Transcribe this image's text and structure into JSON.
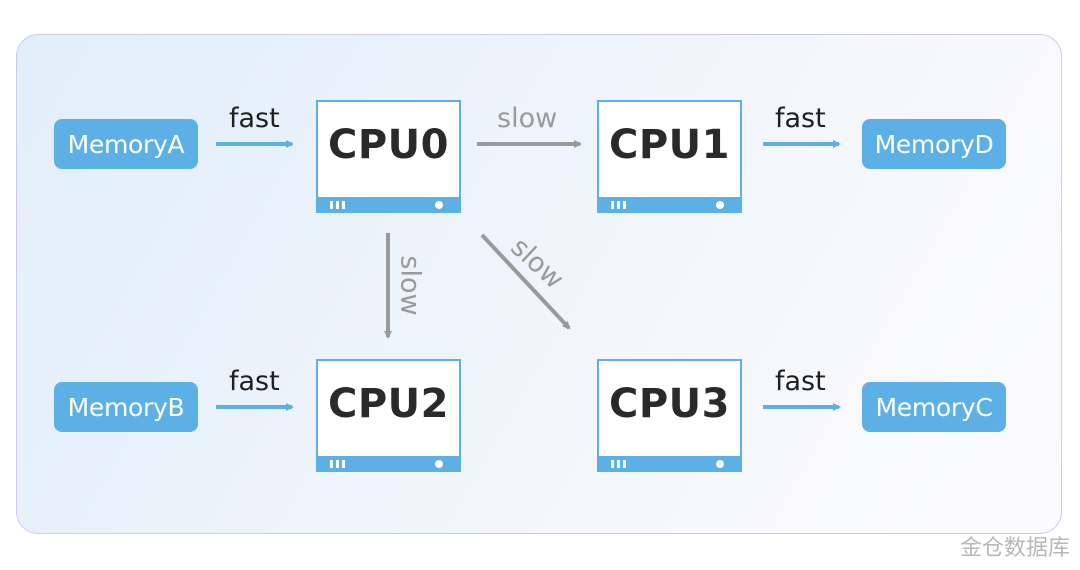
{
  "memories": [
    {
      "id": "a",
      "label": "MemoryA"
    },
    {
      "id": "b",
      "label": "MemoryB"
    },
    {
      "id": "c",
      "label": "MemoryC"
    },
    {
      "id": "d",
      "label": "MemoryD"
    }
  ],
  "cpus": [
    {
      "id": "cpu0",
      "label": "CPU0"
    },
    {
      "id": "cpu1",
      "label": "CPU1"
    },
    {
      "id": "cpu2",
      "label": "CPU2"
    },
    {
      "id": "cpu3",
      "label": "CPU3"
    }
  ],
  "links": {
    "memA_cpu0": "fast",
    "memB_cpu2": "fast",
    "cpu1_memD": "fast",
    "cpu3_memC": "fast",
    "cpu0_cpu1": "slow",
    "cpu0_cpu2": "slow",
    "cpu0_cpu3": "slow"
  },
  "colors": {
    "accent": "#5cb0e6",
    "fast_arrow": "#5cb0e6",
    "slow_arrow": "#9a9a9a"
  },
  "watermark": "金仓数据库"
}
